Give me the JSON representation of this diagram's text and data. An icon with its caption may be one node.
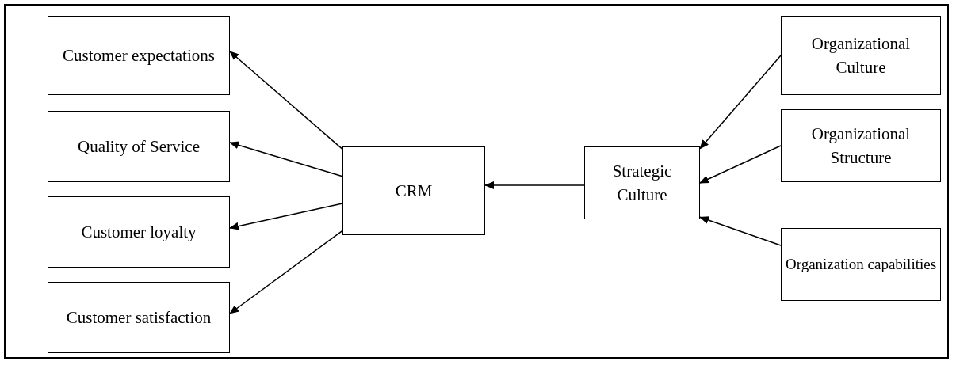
{
  "diagram": {
    "nodes": [
      {
        "text": [
          "Customer expectations"
        ]
      },
      {
        "text": [
          "Quality of Service"
        ]
      },
      {
        "text": [
          "Customer loyalty"
        ]
      },
      {
        "text": [
          "Customer satisfaction"
        ]
      },
      {
        "text": [
          "CRM"
        ]
      },
      {
        "text": [
          "Strategic Culture"
        ]
      },
      {
        "text": [
          "Organizational Culture"
        ]
      },
      {
        "text": [
          "Organizational Structure"
        ]
      },
      {
        "text": [
          "Organization capabilities"
        ]
      }
    ],
    "edges": [
      {
        "from": 4,
        "to": 0,
        "arrow": "to"
      },
      {
        "from": 4,
        "to": 1,
        "arrow": "to"
      },
      {
        "from": 4,
        "to": 2,
        "arrow": "to"
      },
      {
        "from": 4,
        "to": 3,
        "arrow": "to"
      },
      {
        "from": 5,
        "to": 4,
        "arrow": "to"
      },
      {
        "from": 6,
        "to": 5,
        "arrow": "to"
      },
      {
        "from": 7,
        "to": 5,
        "arrow": "to"
      },
      {
        "from": 8,
        "to": 5,
        "arrow": "to"
      }
    ]
  }
}
